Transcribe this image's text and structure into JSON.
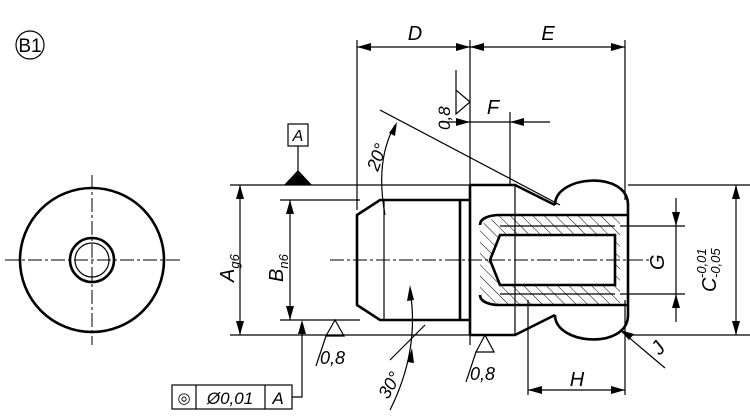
{
  "view_label": "B1",
  "dimensions": {
    "D": "D",
    "E": "E",
    "F": "F",
    "A": "A",
    "A_tol": "g6",
    "B": "B",
    "B_tol": "n6",
    "G": "G",
    "C": "C",
    "C_tol_upper": "-0,01",
    "C_tol_lower": "-0,05",
    "H": "H",
    "J": "J"
  },
  "angles": {
    "upper": "20°",
    "lower": "30°"
  },
  "surface_roughness": {
    "top": "0,8",
    "left": "0,8",
    "right": "0,8"
  },
  "datum": "A",
  "feature_control_frame": {
    "symbol": "◎",
    "tolerance": "Ø0,01",
    "datum": "A"
  }
}
